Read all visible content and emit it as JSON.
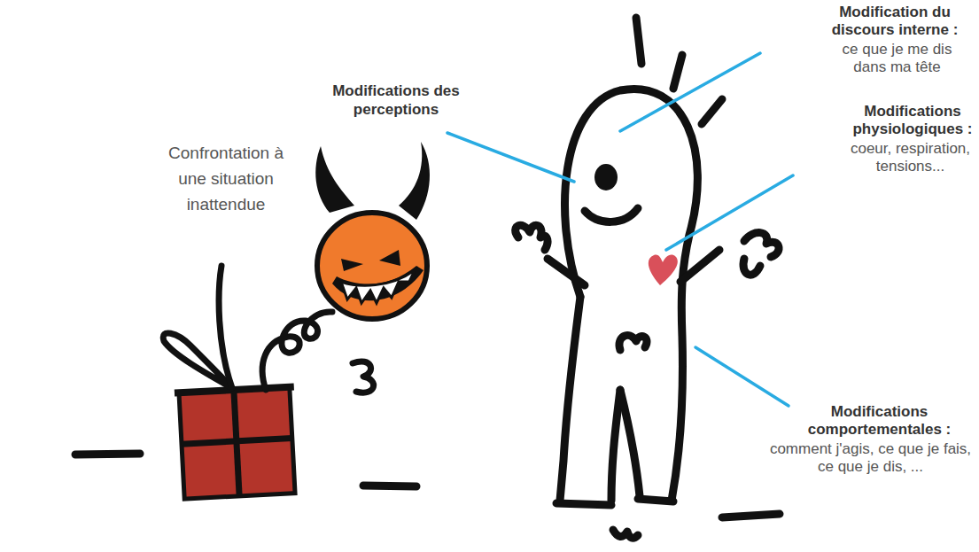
{
  "diagram": {
    "labels": [
      "Confrontation à une situation inattendue",
      "Modifications des perceptions",
      "Modification du discours interne :",
      "ce que je me dis dans ma tête",
      "Modifications physiologiques :",
      "coeur, respiration, tensions...",
      "Modifications comportementales :",
      "comment j'agis, ce que je fais, ce que je dis, ..."
    ]
  }
}
